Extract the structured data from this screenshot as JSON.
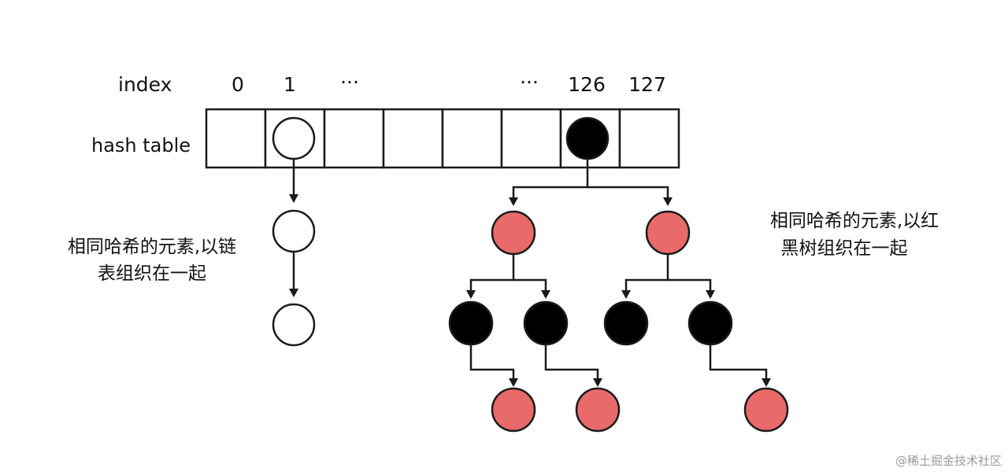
{
  "labels": {
    "index": "index",
    "hash_table": "hash table"
  },
  "indices": [
    "0",
    "1",
    "···",
    "···",
    "126",
    "127"
  ],
  "notes": {
    "linked_list": [
      "相同哈希的元素,以链",
      "表组织在一起"
    ],
    "red_black_tree": [
      "相同哈希的元素,以红",
      "黑树组织在一起"
    ]
  },
  "watermark": "@稀土掘金技术社区",
  "colors": {
    "red_node": "#e86a6a",
    "black_node": "#000000",
    "white_node": "#ffffff",
    "line": "#1a1a1a"
  }
}
